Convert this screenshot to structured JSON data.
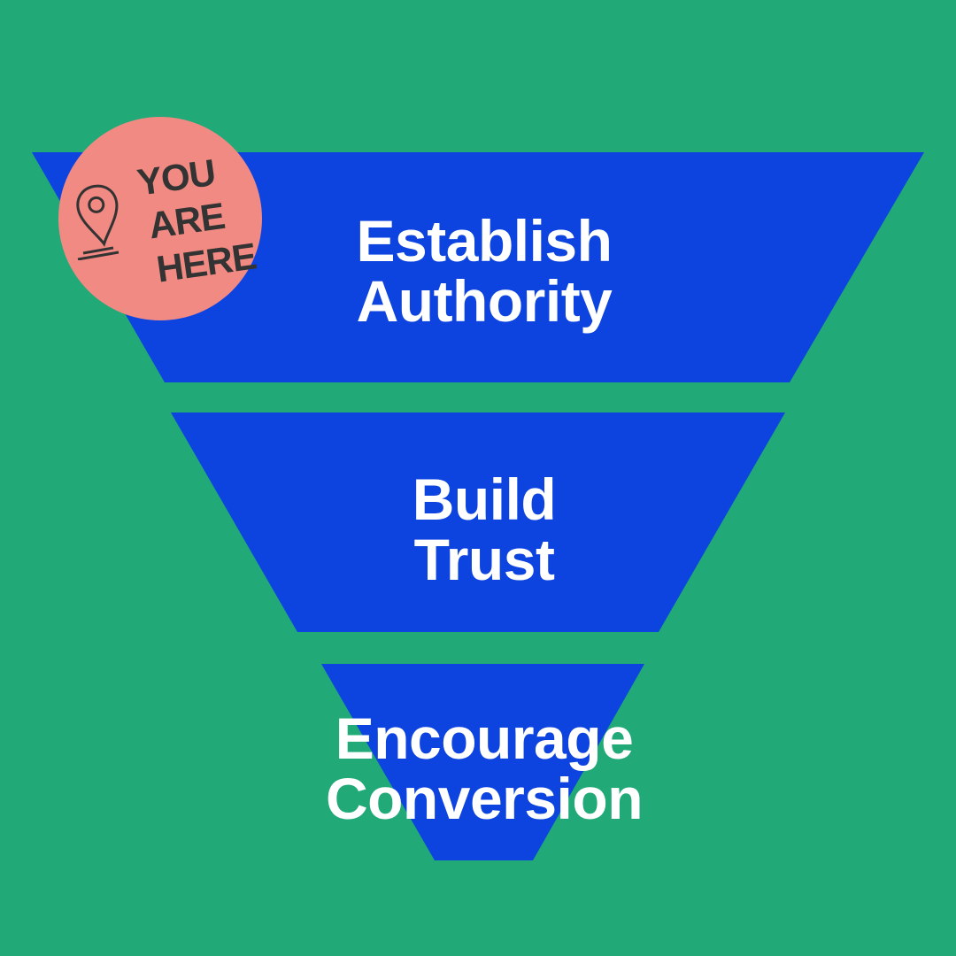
{
  "colors": {
    "background": "#21a978",
    "funnel": "#0d43df",
    "label_text": "#ffffff",
    "badge_fill": "#f08a82",
    "badge_text": "#333333"
  },
  "funnel": {
    "stages": [
      {
        "line1": "Establish",
        "line2": "Authority"
      },
      {
        "line1": "Build",
        "line2": "Trust"
      },
      {
        "line1": "Encourage",
        "line2": "Conversion"
      }
    ]
  },
  "badge": {
    "icon": "map-pin-icon",
    "lines": [
      "YOU",
      "ARE",
      "HERE"
    ]
  }
}
